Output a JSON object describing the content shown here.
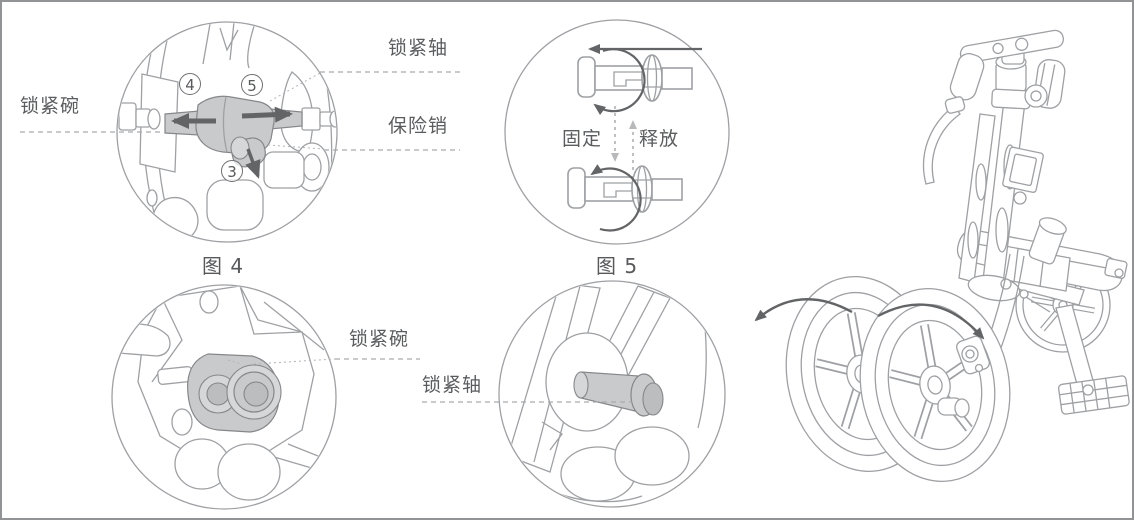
{
  "page": {
    "type": "assembly-instruction-sheet",
    "line_color": "#9ea0a3",
    "text_color": "#58595b",
    "part_fill_color": "#c9cacb",
    "arrow_color": "#636466"
  },
  "figure4": {
    "caption": "图 4",
    "label_lock_bowl": "锁紧碗",
    "label_lock_shaft": "锁紧轴",
    "label_safety_pin": "保险销",
    "step3": "3",
    "step4": "4",
    "step5": "5"
  },
  "figure5": {
    "caption": "图 5",
    "label_fix": "固定",
    "label_release": "释放"
  },
  "detail_bowl": {
    "label_lock_bowl": "锁紧碗"
  },
  "detail_shaft": {
    "label_lock_shaft": "锁紧轴"
  }
}
